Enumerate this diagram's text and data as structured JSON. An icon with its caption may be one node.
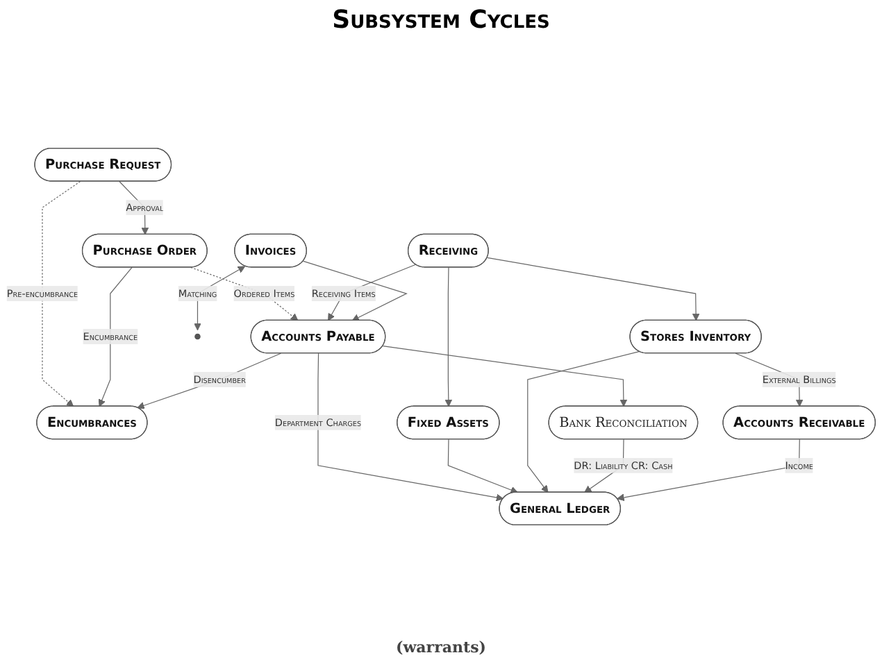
{
  "diagram": {
    "title": "Subsystem Cycles",
    "nodes": [
      {
        "text": [
          "Purchase Request"
        ]
      },
      {
        "text": [
          "Encumbrances"
        ]
      },
      {
        "text": [
          "Purchase Order"
        ]
      },
      {
        "text": [
          "Receiving"
        ]
      },
      {
        "text": [
          "Accounts Payable"
        ]
      },
      {
        "text": [
          "Fixed Assets"
        ]
      },
      {
        "text": [
          "Stores Inventory"
        ]
      },
      {
        "text": [
          "Invoices"
        ]
      },
      {
        "text": [
          "Bank Reconciliation"
        ]
      },
      {
        "text": [
          "General Ledger"
        ]
      },
      {
        "text": [
          "Accounts Receivable"
        ]
      }
    ],
    "edges": [
      {
        "from": 0,
        "to": 2,
        "arrow": "to",
        "label": "Approval"
      },
      {
        "from": 0,
        "to": 1,
        "arrow": "to",
        "label": "Pre-encumbrance",
        "style": "dashed"
      },
      {
        "from": 2,
        "to": 1,
        "arrow": "to",
        "label": "Encumbrance"
      },
      {
        "from": 2,
        "to": 4,
        "arrow": "to",
        "label": "Ordered Items",
        "style": "dashed"
      },
      {
        "from": 4,
        "to": 1,
        "arrow": "to",
        "label": "Disencumber"
      },
      {
        "from": 3,
        "to": 4,
        "arrow": "to",
        "label": "Receiving Items"
      },
      {
        "from": 7,
        "to": null,
        "arrow": "both",
        "label": "Matching"
      },
      {
        "from": 7,
        "to": 4,
        "arrow": "to"
      },
      {
        "from": 3,
        "to": 5,
        "arrow": "to"
      },
      {
        "from": 3,
        "to": 6,
        "arrow": "to"
      },
      {
        "from": 4,
        "to": 8,
        "arrow": "to"
      },
      {
        "from": 4,
        "to": 9,
        "arrow": "to",
        "label": "Department Charges"
      },
      {
        "from": 5,
        "to": 9,
        "arrow": "to"
      },
      {
        "from": 6,
        "to": 9,
        "arrow": "to"
      },
      {
        "from": 6,
        "to": 10,
        "arrow": "to",
        "label": "External Billings"
      },
      {
        "from": 8,
        "to": 9,
        "arrow": "to",
        "label": "DR: Liability CR: Cash"
      },
      {
        "from": 10,
        "to": 9,
        "arrow": "to",
        "label": "Income"
      }
    ],
    "labels": [
      "(warrants)"
    ]
  }
}
